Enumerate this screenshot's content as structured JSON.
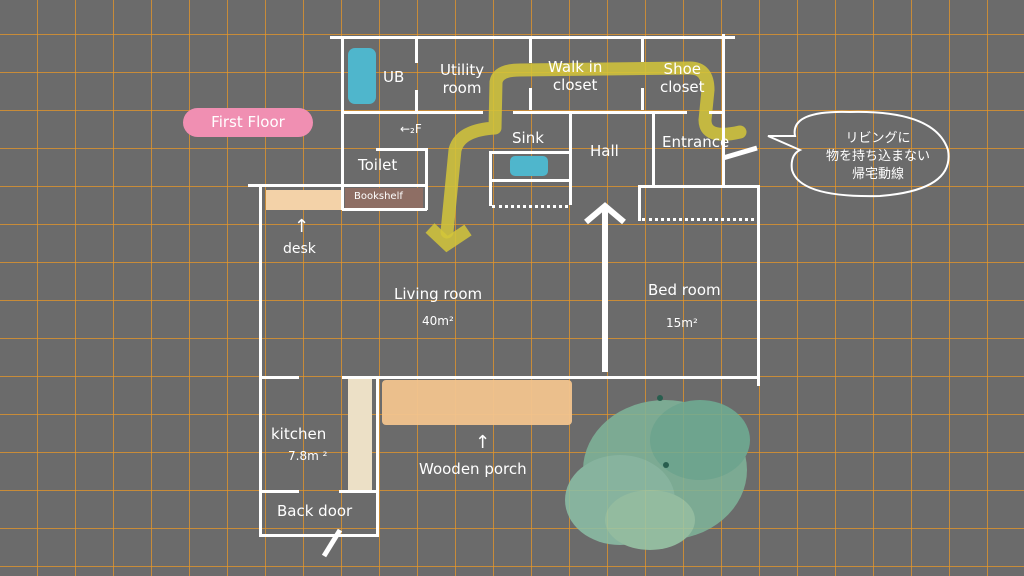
{
  "title": "First Floor",
  "rooms": {
    "ub": "UB",
    "utility": [
      "Utility",
      "room"
    ],
    "walk_in": [
      "Walk in",
      "closet"
    ],
    "shoe": [
      "Shoe",
      "closet"
    ],
    "stairs": "←₂F",
    "sink": "Sink",
    "hall": "Hall",
    "entrance": "Entrance",
    "toilet": "Toilet",
    "bookshelf": "Bookshelf",
    "desk": "desk",
    "living": "Living room",
    "living_area": "40m²",
    "bed": "Bed room",
    "bed_area": "15m²",
    "kitchen": "kitchen",
    "kitchen_area": "7.8m ²",
    "porch": "Wooden porch",
    "back_door": "Back door"
  },
  "callout": [
    "リビングに",
    "物を持ち込まない",
    "帰宅動線"
  ],
  "colors": {
    "grid": "#e6962a",
    "background": "#6b6b6b",
    "route": "#d4c63a",
    "badge": "#f08fb2"
  }
}
